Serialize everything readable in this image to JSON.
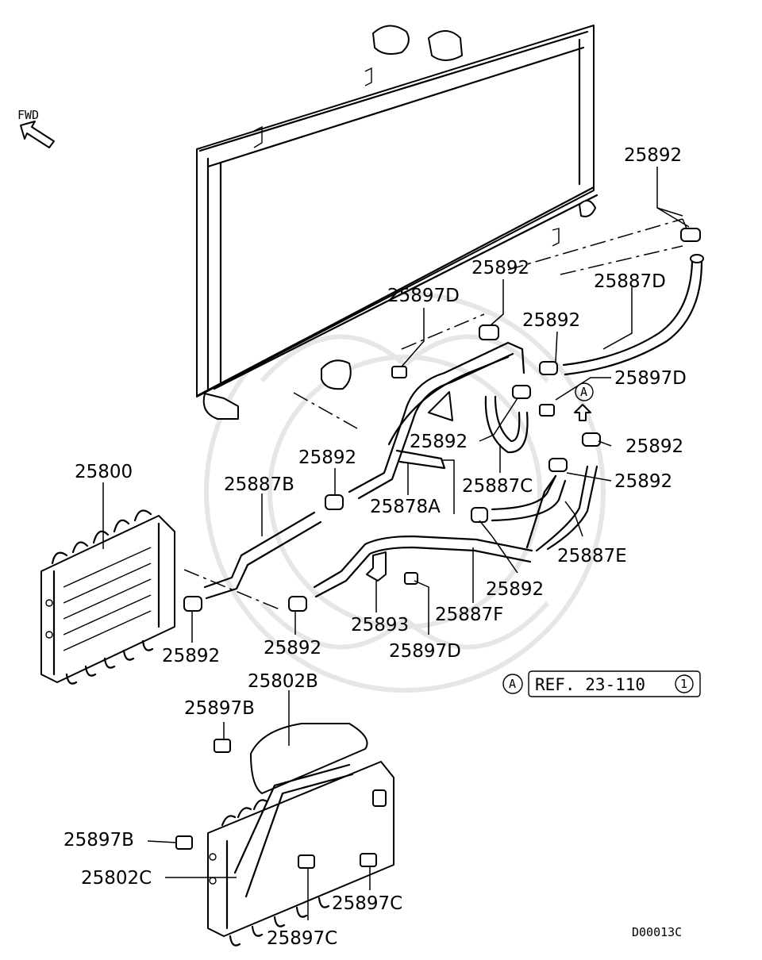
{
  "diagram": {
    "fwd_label": "FWD",
    "drawing_code": "D00013C",
    "ref_marker": "A",
    "ref_text": "REF. 23-110",
    "ref_circle": "1",
    "arrow_marker": "A",
    "parts": [
      {
        "id": "p1",
        "text": "25892"
      },
      {
        "id": "p2",
        "text": "25887D"
      },
      {
        "id": "p3",
        "text": "25892"
      },
      {
        "id": "p4",
        "text": "25897D"
      },
      {
        "id": "p5",
        "text": "25892"
      },
      {
        "id": "p6",
        "text": "25897D"
      },
      {
        "id": "p7",
        "text": "25892"
      },
      {
        "id": "p8",
        "text": "25892"
      },
      {
        "id": "p9",
        "text": "25892"
      },
      {
        "id": "p10",
        "text": "25887C"
      },
      {
        "id": "p11",
        "text": "25800"
      },
      {
        "id": "p12",
        "text": "25887B"
      },
      {
        "id": "p13",
        "text": "25892"
      },
      {
        "id": "p14",
        "text": "25878A"
      },
      {
        "id": "p15",
        "text": "25887E"
      },
      {
        "id": "p16",
        "text": "25892"
      },
      {
        "id": "p17",
        "text": "25893"
      },
      {
        "id": "p18",
        "text": "25887F"
      },
      {
        "id": "p19",
        "text": "25892"
      },
      {
        "id": "p20",
        "text": "25892"
      },
      {
        "id": "p21",
        "text": "25897D"
      },
      {
        "id": "p22",
        "text": "25802B"
      },
      {
        "id": "p23",
        "text": "25897B"
      },
      {
        "id": "p24",
        "text": "25897B"
      },
      {
        "id": "p25",
        "text": "25802C"
      },
      {
        "id": "p26",
        "text": "25897C"
      },
      {
        "id": "p27",
        "text": "25897C"
      }
    ]
  }
}
